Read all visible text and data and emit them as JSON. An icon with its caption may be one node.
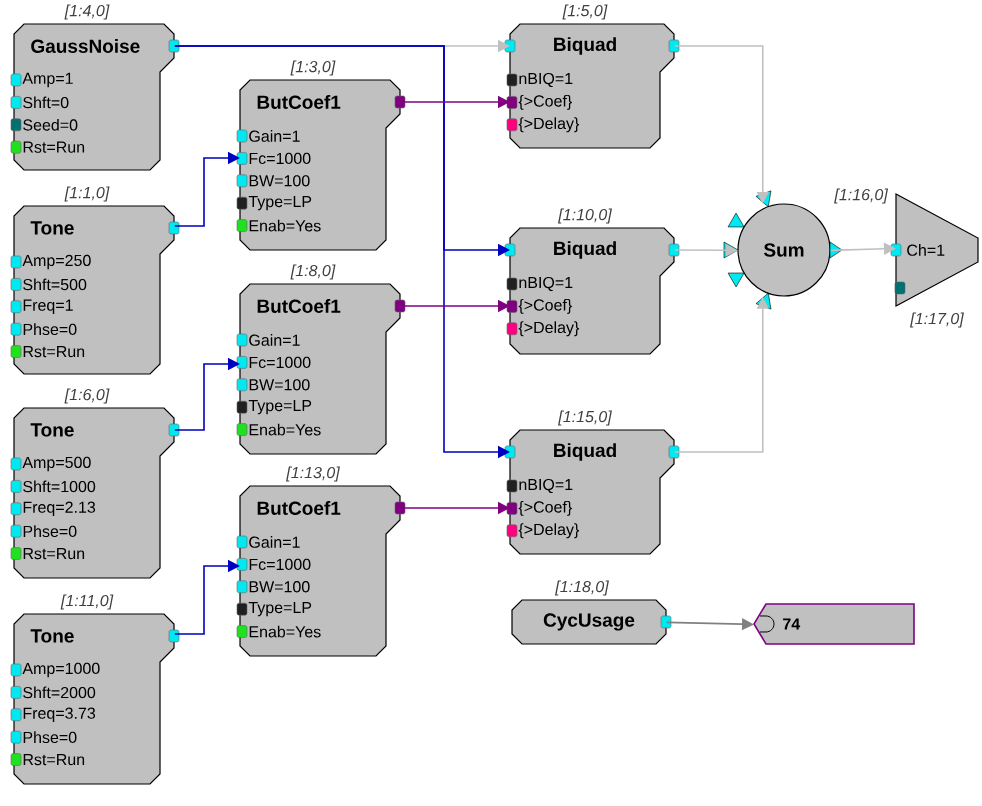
{
  "diagram": {
    "nodes": [
      {
        "text": [
          "GaussNoise",
          "Amp=1",
          "Shft=0",
          "Seed=0",
          "Rst=Run"
        ],
        "beside": [
          "[1:4,0]"
        ]
      },
      {
        "text": [
          "Tone",
          "Amp=250",
          "Shft=500",
          "Freq=1",
          "Phse=0",
          "Rst=Run"
        ],
        "beside": [
          "[1:1,0]"
        ]
      },
      {
        "text": [
          "Tone",
          "Amp=500",
          "Shft=1000",
          "Freq=2.13",
          "Phse=0",
          "Rst=Run"
        ],
        "beside": [
          "[1:6,0]"
        ]
      },
      {
        "text": [
          "Tone",
          "Amp=1000",
          "Shft=2000",
          "Freq=3.73",
          "Phse=0",
          "Rst=Run"
        ],
        "beside": [
          "[1:11,0]"
        ]
      },
      {
        "text": [
          "ButCoef1",
          "Gain=1",
          "Fc=1000",
          "BW=100",
          "Type=LP",
          "Enab=Yes"
        ],
        "beside": [
          "[1:3,0]"
        ]
      },
      {
        "text": [
          "ButCoef1",
          "Gain=1",
          "Fc=1000",
          "BW=100",
          "Type=LP",
          "Enab=Yes"
        ],
        "beside": [
          "[1:8,0]"
        ]
      },
      {
        "text": [
          "ButCoef1",
          "Gain=1",
          "Fc=1000",
          "BW=100",
          "Type=LP",
          "Enab=Yes"
        ],
        "beside": [
          "[1:13,0]"
        ]
      },
      {
        "text": [
          "Biquad",
          "nBIQ=1",
          "{>Coef}",
          "{>Delay}"
        ],
        "beside": [
          "[1:5,0]"
        ]
      },
      {
        "text": [
          "Biquad",
          "nBIQ=1",
          "{>Coef}",
          "{>Delay}"
        ],
        "beside": [
          "[1:10,0]"
        ]
      },
      {
        "text": [
          "Biquad",
          "nBIQ=1",
          "{>Coef}",
          "{>Delay}"
        ],
        "beside": [
          "[1:15,0]"
        ]
      },
      {
        "text": [
          "Sum"
        ],
        "beside": [
          "[1:16,0]"
        ]
      },
      {
        "text": [
          "Ch=1"
        ],
        "beside": [
          "[1:17,0]"
        ]
      },
      {
        "text": [
          "CycUsage"
        ],
        "beside": [
          "[1:18,0]"
        ]
      },
      {
        "text": [
          "74"
        ]
      }
    ],
    "edges": [
      {
        "from": 0,
        "to": 7,
        "arrow": "to",
        "color": "#c0c0c0"
      },
      {
        "from": 0,
        "to": 8,
        "arrow": "to",
        "color": "#0000c0"
      },
      {
        "from": 0,
        "to": 9,
        "arrow": "to",
        "color": "#0000c0"
      },
      {
        "from": 1,
        "to": 4,
        "arrow": "to",
        "color": "#0000c0"
      },
      {
        "from": 2,
        "to": 5,
        "arrow": "to",
        "color": "#0000c0"
      },
      {
        "from": 3,
        "to": 6,
        "arrow": "to",
        "color": "#0000c0"
      },
      {
        "from": 4,
        "to": 7,
        "arrow": "to",
        "color": "#800080"
      },
      {
        "from": 5,
        "to": 8,
        "arrow": "to",
        "color": "#800080"
      },
      {
        "from": 6,
        "to": 9,
        "arrow": "to",
        "color": "#800080"
      },
      {
        "from": 7,
        "to": 10,
        "arrow": "to",
        "color": "#c0c0c0"
      },
      {
        "from": 8,
        "to": 10,
        "arrow": "to",
        "color": "#c0c0c0"
      },
      {
        "from": 9,
        "to": 10,
        "arrow": "to",
        "color": "#c0c0c0"
      },
      {
        "from": 10,
        "to": 11,
        "arrow": "to",
        "color": "#c0c0c0"
      },
      {
        "from": 12,
        "to": 13,
        "arrow": "to",
        "color": "#808080"
      }
    ]
  }
}
